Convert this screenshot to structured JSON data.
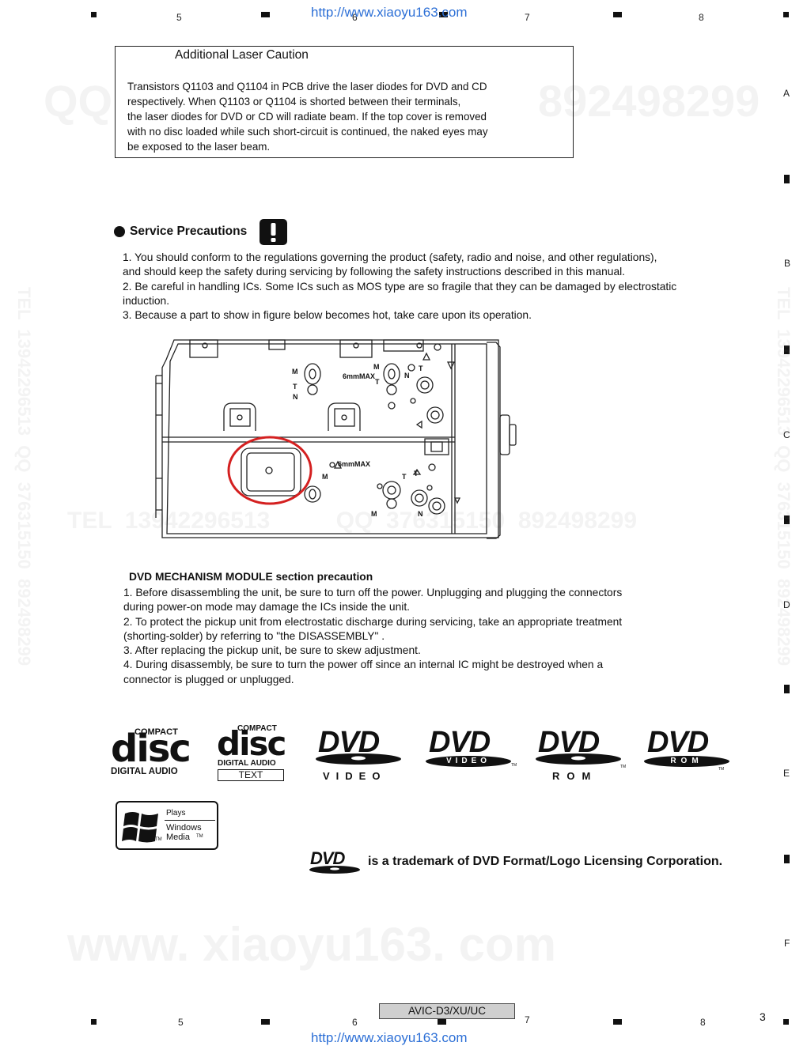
{
  "top_url": "http://www.xiaoyu163.com",
  "bottom_url": "http://www.xiaoyu163.com",
  "column_numbers_top": [
    "5",
    "6",
    "7",
    "8"
  ],
  "column_numbers_bottom": [
    "5",
    "6",
    "7",
    "8"
  ],
  "row_letters": [
    "A",
    "B",
    "C",
    "D",
    "E",
    "F"
  ],
  "page_number": "3",
  "model": "AVIC-D3/XU/UC",
  "caution": {
    "title": "Additional Laser Caution",
    "lines": [
      "Transistors Q1103 and Q1104 in PCB drive the laser diodes for DVD and CD",
      "respectively. When Q1103 or Q1104 is shorted between their terminals,",
      "the laser diodes for DVD or CD will radiate beam.  If the top cover is removed",
      "with no disc loaded while such short-circuit is continued, the naked eyes may",
      "be exposed to the laser beam."
    ]
  },
  "service_precautions": {
    "title": "Service Precautions",
    "lines": [
      "1. You should conform to the regulations governing the product (safety, radio and noise, and other regulations),",
      "    and should keep the safety during servicing by following the safety instructions described in this manual.",
      "2. Be careful in handling ICs. Some ICs such as MOS type are so fragile that they can be damaged by electrostatic",
      "    induction.",
      "3. Because a part to show in figure below becomes hot, take care upon its operation."
    ]
  },
  "figure_labels": {
    "m1": "M",
    "t1": "T",
    "n1": "N",
    "m2": "M",
    "t2": "T",
    "n2": "N",
    "t3": "T",
    "m3": "M",
    "t4": "T",
    "t5": "T",
    "m4": "M",
    "n3": "N",
    "max1": "6mmMAX",
    "max2": "6mmMAX"
  },
  "mechanism": {
    "title": "DVD MECHANISM MODULE section precaution",
    "lines": [
      "1. Before disassembling the unit, be sure to turn off the power. Unplugging and plugging the connectors",
      "    during power-on mode may damage the ICs inside the unit.",
      "2.  To protect the pickup unit from electrostatic discharge during servicing, take an appropriate treatment",
      "    (shorting-solder) by referring to \"the DISASSEMBLY\" .",
      "3.  After replacing the pickup unit, be sure to skew adjustment.",
      "4. During disassembly, be sure to turn the power off since an internal IC might be destroyed when a",
      "    connector is plugged or unplugged."
    ]
  },
  "logos": {
    "cd1_compact": "COMPACT",
    "cd1_disc": "disc",
    "cd1_sub": "DIGITAL AUDIO",
    "cd2_compact": "COMPACT",
    "cd2_disc": "disc",
    "cd2_sub": "DIGITAL AUDIO",
    "cd2_text": "TEXT",
    "dvd": "DVD",
    "video": "VIDEO",
    "rom": "ROM",
    "tm": "TM",
    "wm_plays": "Plays",
    "wm_windows": "Windows",
    "wm_media": "Media",
    "wm_tm": "TM"
  },
  "trademark_text": "is a trademark of DVD Format/Logo Licensing Corporation.",
  "watermarks": {
    "bottom": "www. xiaoyu163. com",
    "mid": "TEL  13942296513          QQ  376315150  892498299",
    "top_right": "892498299",
    "top_left": "QQ",
    "side_left": "TEL  13942296513  QQ  376315150  892498299",
    "side_right": "TEL  13942296513  QQ  376315150  892498299"
  },
  "colors": {
    "url": "#2c6fd6",
    "highlight_circle": "#d42020",
    "footer_box": "#cfcfcf"
  }
}
